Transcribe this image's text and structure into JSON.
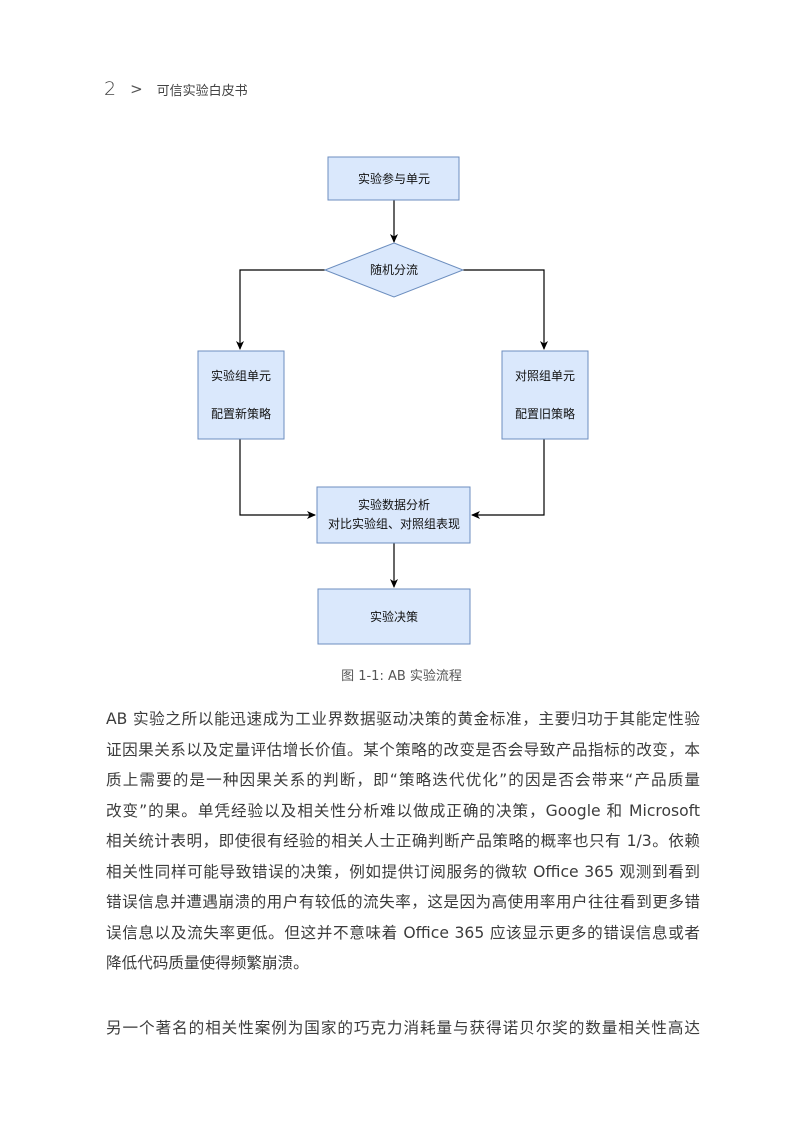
{
  "header": {
    "page_number": "2",
    "separator": ">",
    "book_title": "可信实验白皮书"
  },
  "diagram": {
    "nodes": {
      "participant": "实验参与单元",
      "randomize": "随机分流",
      "treatment_unit": "实验组单元",
      "treatment_strategy": "配置新策略",
      "control_unit": "对照组单元",
      "control_strategy": "配置旧策略",
      "analysis_line1": "实验数据分析",
      "analysis_line2": "对比实验组、对照组表现",
      "decision": "实验决策"
    },
    "colors": {
      "box_fill": "#dae8fc",
      "box_stroke": "#6c8ebf",
      "arrow": "#000000"
    }
  },
  "caption": "图 1-1: AB 实验流程",
  "paragraphs": {
    "p1_lines": [
      "AB 实验之所以能迅速成为工业界数据驱动决策的黄金标准，主要归功于其能定性验",
      "证因果关系以及定量评估增长价值。某个策略的改变是否会导致产品指标的改变，本",
      "质上需要的是一种因果关系的判断，即“策略迭代优化”的因是否会带来“产品质量",
      "改变”的果。单凭经验以及相关性分析难以做成正确的决策，Google 和 Microsoft",
      "相关统计表明，即使很有经验的相关人士正确判断产品策略的概率也只有 1/3。依赖",
      "相关性同样可能导致错误的决策，例如提供订阅服务的微软 Office 365 观测到看到",
      "错误信息并遭遇崩溃的用户有较低的流失率，这是因为高使用率用户往往看到更多错",
      "误信息以及流失率更低。但这并不意味着 Office 365 应该显示更多的错误信息或者",
      "降低代码质量使得频繁崩溃。"
    ],
    "p2_lines": [
      "另一个著名的相关性案例为国家的巧克力消耗量与获得诺贝尔奖的数量相关性高达"
    ]
  }
}
